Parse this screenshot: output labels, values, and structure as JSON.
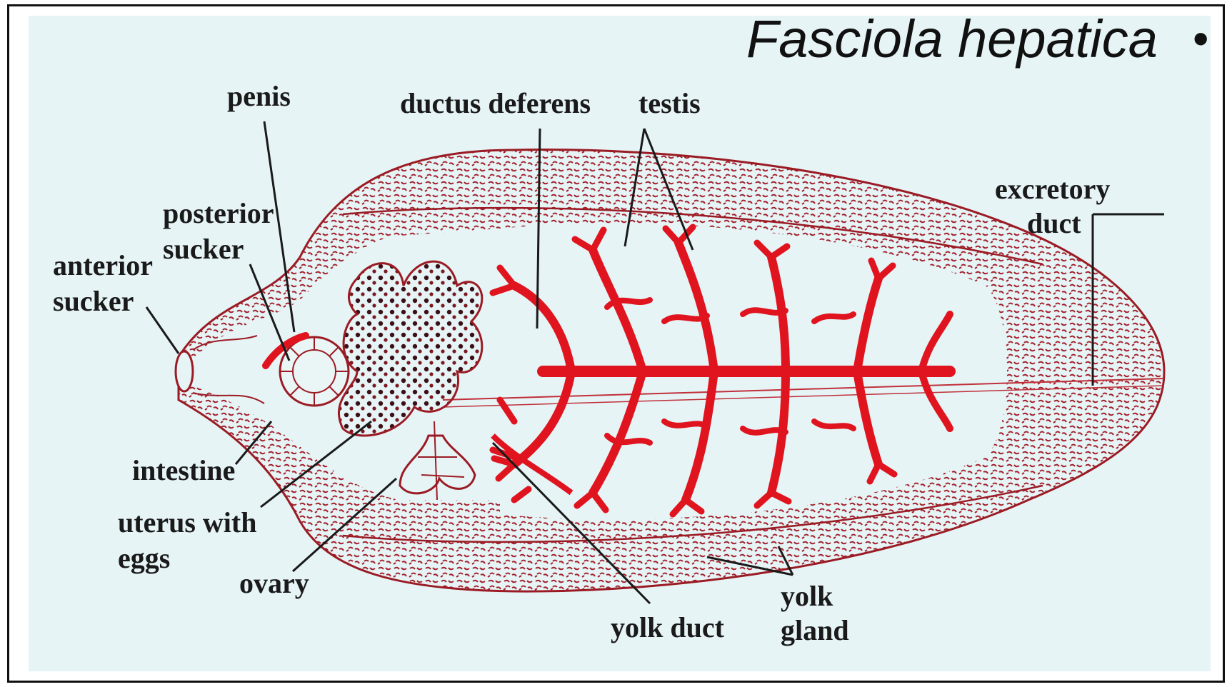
{
  "title": "Fasciola hepatica",
  "bullet": "•",
  "colors": {
    "background": "#e6f4f6",
    "outline": "#9b1b24",
    "testis": "#e0141e",
    "yolk_pattern": "#a3202b",
    "label_text": "#1a1a1a"
  },
  "labels": {
    "penis": "penis",
    "ductus_deferens": "ductus deferens",
    "testis": "testis",
    "posterior_sucker_1": "posterior",
    "posterior_sucker_2": "sucker",
    "anterior_sucker_1": "anterior",
    "anterior_sucker_2": "sucker",
    "excretory_duct_1": "excretory",
    "excretory_duct_2": "duct",
    "intestine": "intestine",
    "uterus_1": "uterus with",
    "uterus_2": "eggs",
    "ovary": "ovary",
    "yolk_duct": "yolk duct",
    "yolk_gland_1": "yolk",
    "yolk_gland_2": "gland"
  }
}
